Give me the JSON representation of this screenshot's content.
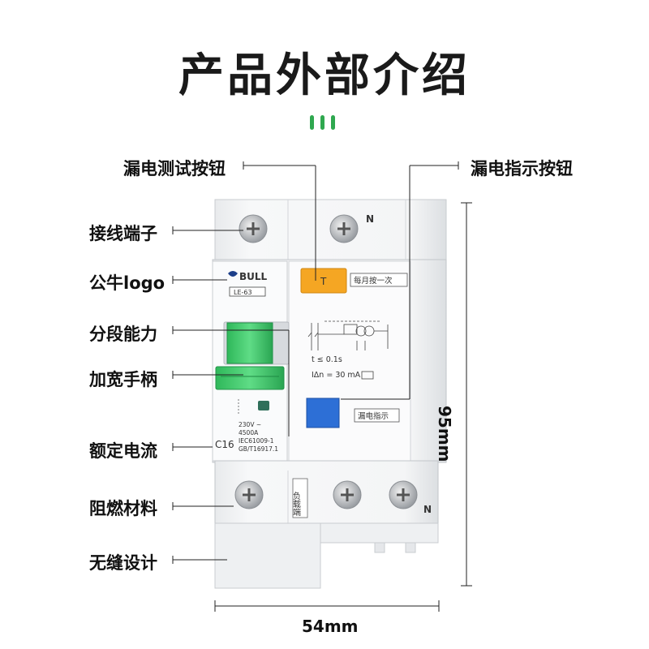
{
  "title": "产品外部介绍",
  "labels": {
    "leak_test_button": "漏电测试按钮",
    "leak_indicator_button": "漏电指示按钮",
    "terminal": "接线端子",
    "logo": "公牛logo",
    "breaking_capacity": "分段能力",
    "handle": "加宽手柄",
    "rated_current": "额定电流",
    "flame_retardant": "阻燃材料",
    "seamless": "无缝设计"
  },
  "dimensions": {
    "height": "95mm",
    "width": "54mm"
  },
  "device": {
    "brand": "BULL",
    "model": "LE-63",
    "neutral_top": "N",
    "neutral_bottom": "N",
    "monthly_press": "每月按一次",
    "trip_time": "t ≤ 0.1s",
    "residual_current": "IΔn = 30 mA",
    "leak_indicator": "漏电指示",
    "voltage": "230V ~",
    "capacity": "4500A",
    "standard1": "IEC61009-1",
    "standard2": "GB/T16917.1",
    "rating": "C16",
    "load_side": "负载端",
    "test_letter": "T"
  },
  "colors": {
    "accent_green": "#2fa84f",
    "test_button": "#f5a623",
    "indicator_button": "#2d6fd6",
    "handle_green": "#3fca6b"
  }
}
